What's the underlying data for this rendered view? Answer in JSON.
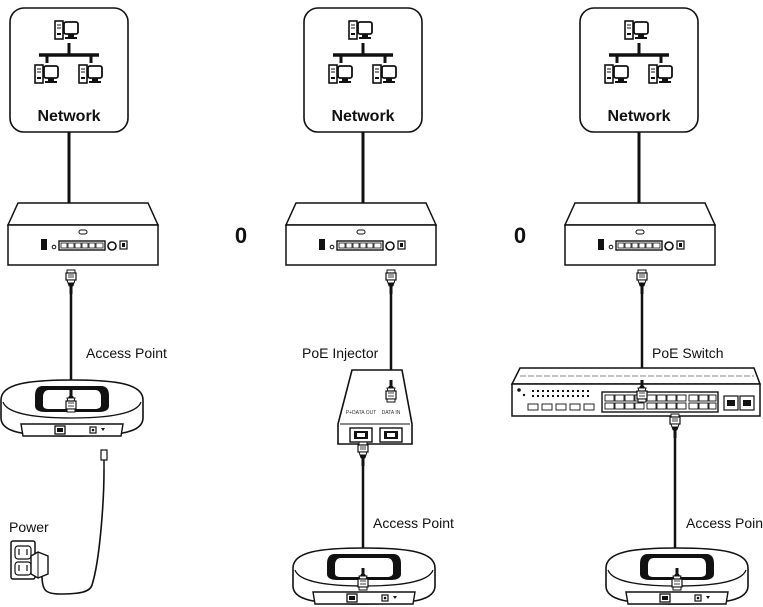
{
  "columns": [
    {
      "network_label": "Network",
      "device_label": "Access Point",
      "power_label": "Power"
    },
    {
      "network_label": "Network",
      "device_label": "PoE Injector",
      "injector_port_poe": "P+DATA OUT",
      "injector_port_data": "DATA IN",
      "ap_label": "Access Point"
    },
    {
      "network_label": "Network",
      "device_label": "PoE Switch",
      "ap_label": "Access Point"
    }
  ],
  "separators": [
    "0",
    "0"
  ]
}
